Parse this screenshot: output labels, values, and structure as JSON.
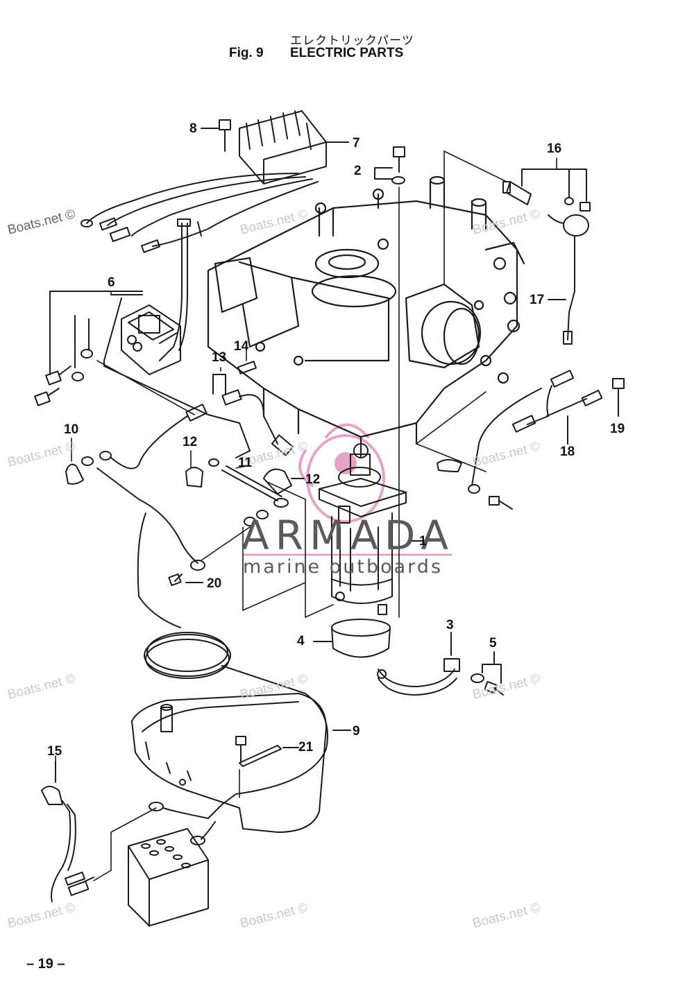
{
  "header": {
    "title_jp": "エレクトリックパーツ",
    "fig_label": "Fig. 9",
    "title": "ELECTRIC PARTS"
  },
  "footer": {
    "page_number": "– 19 –"
  },
  "watermarks": {
    "boats_text": "Boats.net ©",
    "brand": "ARMADA",
    "brand_sub": "marine outboards"
  },
  "callouts": [
    "1",
    "2",
    "3",
    "4",
    "5",
    "6",
    "7",
    "8",
    "9",
    "10",
    "11",
    "12",
    "12",
    "13",
    "14",
    "15",
    "16",
    "17",
    "18",
    "19",
    "20",
    "21"
  ],
  "colors": {
    "line": "#1a1a1a",
    "watermark_pink": "#e6a3c8",
    "brand_gray": "#5a5a5a"
  }
}
